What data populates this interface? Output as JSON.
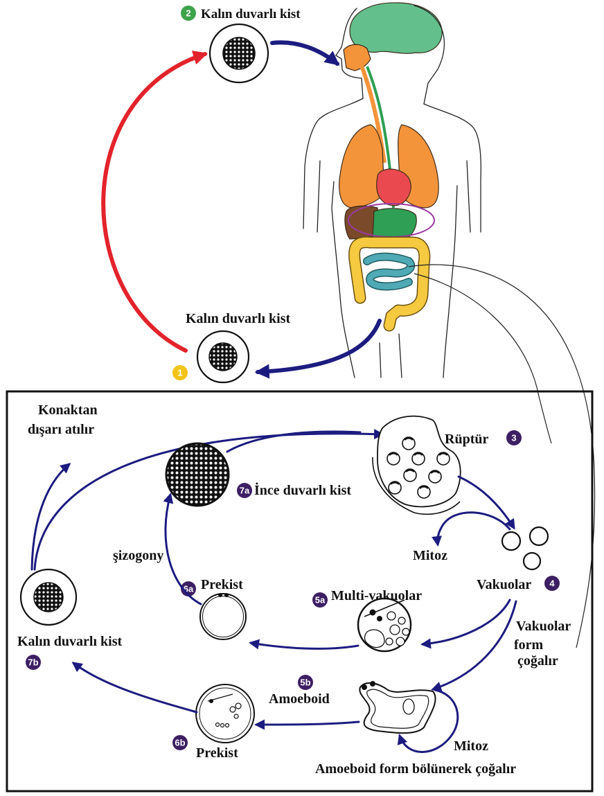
{
  "labels": {
    "top_cyst": {
      "badge": "2",
      "text": "Kalın duvarlı kist"
    },
    "middle_cyst": {
      "badge": "1",
      "text": "Kalın duvarlı kist"
    },
    "excreted": {
      "line1": "Konaktan",
      "line2": "dışarı atılır"
    },
    "rupture": {
      "text": "Rüptür",
      "badge": "3"
    },
    "thin_walled_cyst": {
      "badge": "7a",
      "text": "İnce duvarlı kist"
    },
    "schizogony": "şizogony",
    "vacuolar_mitosis": "Mitoz",
    "vacuolar": {
      "text": "Vakuolar",
      "badge": "4"
    },
    "precyst_a": {
      "badge": "6a",
      "text": "Prekist"
    },
    "multi_vacuolar": {
      "badge": "5a",
      "text": "Multi-vakuolar"
    },
    "left_cyst": {
      "text": "Kalın duvarlı kist",
      "badge": "7b"
    },
    "vacuolar_form": {
      "line1": "Vakuolar",
      "line2": "form",
      "line3": "çoğalır"
    },
    "amoeboid": {
      "badge": "5b",
      "text": "Amoeboid"
    },
    "precyst_b": {
      "badge": "6b",
      "text": "Prekist"
    },
    "amoeboid_mitosis": "Mitoz",
    "amoeboid_division": "Amoeboid form bölünerek çoğalır"
  },
  "colors": {
    "arrow": "#1c1c80",
    "red_arc": "#e3232b",
    "badge_green": "#3da34b",
    "badge_yellow": "#f2c318",
    "badge_purple": "#3d1f63",
    "brain": "#63c08d",
    "lungs": "#f4943a",
    "heart": "#ea4a4f",
    "liver": "#7a4a2a",
    "stomach": "#2e9f55",
    "large_intestine": "#f5c940",
    "small_intestine": "#4faab5",
    "pancreas": "#9a3aa0"
  }
}
